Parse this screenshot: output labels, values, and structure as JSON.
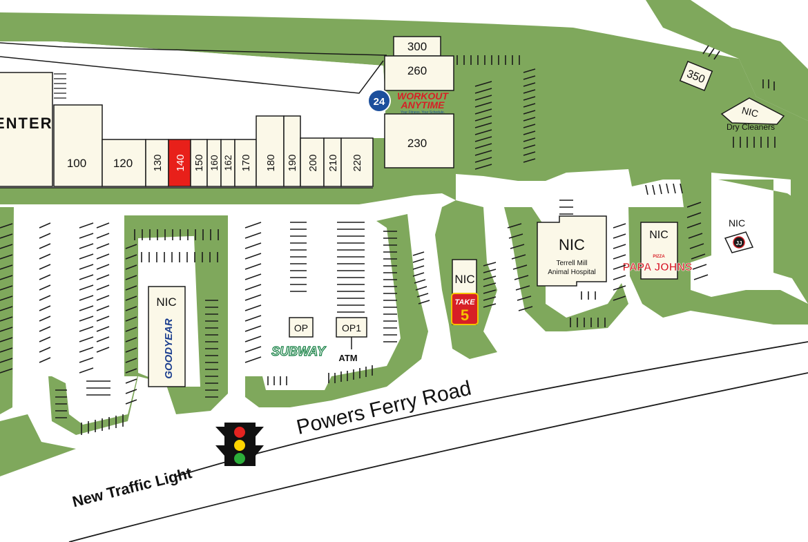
{
  "colors": {
    "grass": "#7fa85c",
    "building": "#fbf8e8",
    "highlight": "#e8201a",
    "outline": "#1a1a1a",
    "road_text": "#111111"
  },
  "anchor_store": {
    "partial_label": "ENTER"
  },
  "units": {
    "u100": "100",
    "u120": "120",
    "u130": "130",
    "u140": "140",
    "u150": "150",
    "u160": "160",
    "u162": "162",
    "u170": "170",
    "u180": "180",
    "u190": "190",
    "u200": "200",
    "u210": "210",
    "u220": "220",
    "u230": "230",
    "u260": "260",
    "u300": "300",
    "u350": "350"
  },
  "highlighted_unit": "140",
  "outparcels": {
    "goodyear_nic": "NIC",
    "op": "OP",
    "op1": "OP1",
    "atm": "ATM",
    "take5_nic": "NIC",
    "vet_nic": "NIC",
    "vet_line1": "Terrell Mill",
    "vet_line2": "Animal Hospital",
    "papa_nic": "NIC",
    "jj_nic": "NIC",
    "dry_nic": "NIC",
    "dry_label": "Dry Cleaners"
  },
  "logos": {
    "workout_line1": "WORKOUT",
    "workout_line2": "ANYTIME",
    "workout_tagline": "Your Fitness. Your Schedule.",
    "goodyear": "GOODYEAR",
    "subway": "SUBWAY",
    "take5_word": "TAKE",
    "take5_num": "5",
    "papa_small": "PIZZA",
    "papa_main": "PAPA JOHNS",
    "jimmy_johns": "JJ"
  },
  "road": {
    "name": "Powers Ferry Road",
    "traffic_light_label": "New Traffic Light"
  }
}
